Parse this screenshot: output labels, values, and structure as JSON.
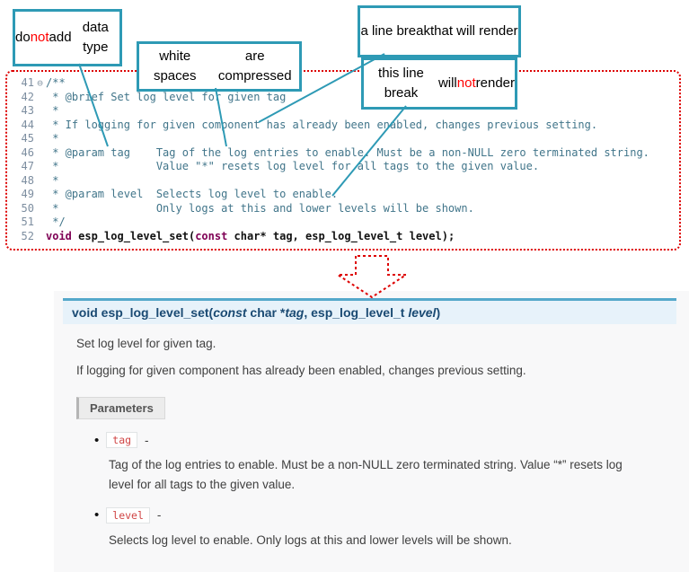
{
  "colors": {
    "callout_border": "#2e9ab5",
    "highlight_red": "#ff0000",
    "editor_border_dotted": "#dd0000",
    "comment_text": "#41758a",
    "keyword_text": "#7f0055",
    "signature_bg": "#e7f2fa",
    "signature_border": "#55a8ca",
    "literal_text": "#d04545"
  },
  "callouts": [
    {
      "parts": [
        {
          "t": "do "
        },
        {
          "t": "not",
          "cls": "red"
        },
        {
          "t": " add"
        },
        {
          "br": true
        },
        {
          "t": "data type"
        }
      ]
    },
    {
      "parts": [
        {
          "t": "white spaces"
        },
        {
          "br": true
        },
        {
          "t": "are compressed"
        }
      ]
    },
    {
      "parts": [
        {
          "t": "a line break"
        },
        {
          "br": true
        },
        {
          "t": "that will render"
        }
      ]
    },
    {
      "parts": [
        {
          "t": "this line break"
        },
        {
          "br": true
        },
        {
          "t": "will "
        },
        {
          "t": "not",
          "cls": "red"
        },
        {
          "t": " render"
        }
      ]
    }
  ],
  "editor": {
    "lines": [
      {
        "num": "41",
        "fold": "⊖",
        "segments": [
          {
            "t": "/**",
            "cls": "comment"
          }
        ]
      },
      {
        "num": "42",
        "segments": [
          {
            "t": " * @brief Set log level for given tag",
            "cls": "comment"
          }
        ]
      },
      {
        "num": "43",
        "segments": [
          {
            "t": " *",
            "cls": "comment"
          }
        ]
      },
      {
        "num": "44",
        "segments": [
          {
            "t": " * If logging for given component has already been enabled, changes previous setting.",
            "cls": "comment"
          }
        ]
      },
      {
        "num": "45",
        "segments": [
          {
            "t": " *",
            "cls": "comment"
          }
        ]
      },
      {
        "num": "46",
        "segments": [
          {
            "t": " * @param tag    Tag of the log entries to enable. Must be a non-NULL zero terminated string.",
            "cls": "comment"
          }
        ]
      },
      {
        "num": "47",
        "segments": [
          {
            "t": " *               Value \"*\" resets log level for all tags to the given value.",
            "cls": "comment"
          }
        ]
      },
      {
        "num": "48",
        "segments": [
          {
            "t": " *",
            "cls": "comment"
          }
        ]
      },
      {
        "num": "49",
        "segments": [
          {
            "t": " * @param level  Selects log level to enable.",
            "cls": "comment"
          }
        ]
      },
      {
        "num": "50",
        "segments": [
          {
            "t": " *               Only logs at this and lower levels will be shown.",
            "cls": "comment"
          }
        ]
      },
      {
        "num": "51",
        "segments": [
          {
            "t": " */",
            "cls": "comment"
          }
        ]
      },
      {
        "num": "52",
        "segments": [
          {
            "t": "void",
            "cls": "kw"
          },
          {
            "t": " esp_log_level_set(",
            "cls": "plain"
          },
          {
            "t": "const",
            "cls": "kw"
          },
          {
            "t": " char* tag, esp_log_level_t level);",
            "cls": "plain"
          }
        ]
      }
    ]
  },
  "doc": {
    "signature": [
      {
        "t": "void ",
        "cls": "b"
      },
      {
        "t": "esp_log_level_set",
        "cls": "b"
      },
      {
        "t": "(",
        "cls": "b"
      },
      {
        "t": "const",
        "cls": "bi"
      },
      {
        "t": " char *",
        "cls": "b"
      },
      {
        "t": "tag",
        "cls": "bi"
      },
      {
        "t": ", esp_log_level_t ",
        "cls": "b"
      },
      {
        "t": "level",
        "cls": "bi"
      },
      {
        "t": ")",
        "cls": "b"
      }
    ],
    "brief": "Set log level for given tag.",
    "description": "If logging for given component has already been enabled, changes previous setting.",
    "parameters_label": "Parameters",
    "params": [
      {
        "name": "tag",
        "sep": " -",
        "desc": "Tag of the log entries to enable. Must be a non-NULL zero terminated string. Value “*” resets log level for all tags to the given value."
      },
      {
        "name": "level",
        "sep": " -",
        "desc": "Selects log level to enable. Only logs at this and lower levels will be shown."
      }
    ]
  }
}
